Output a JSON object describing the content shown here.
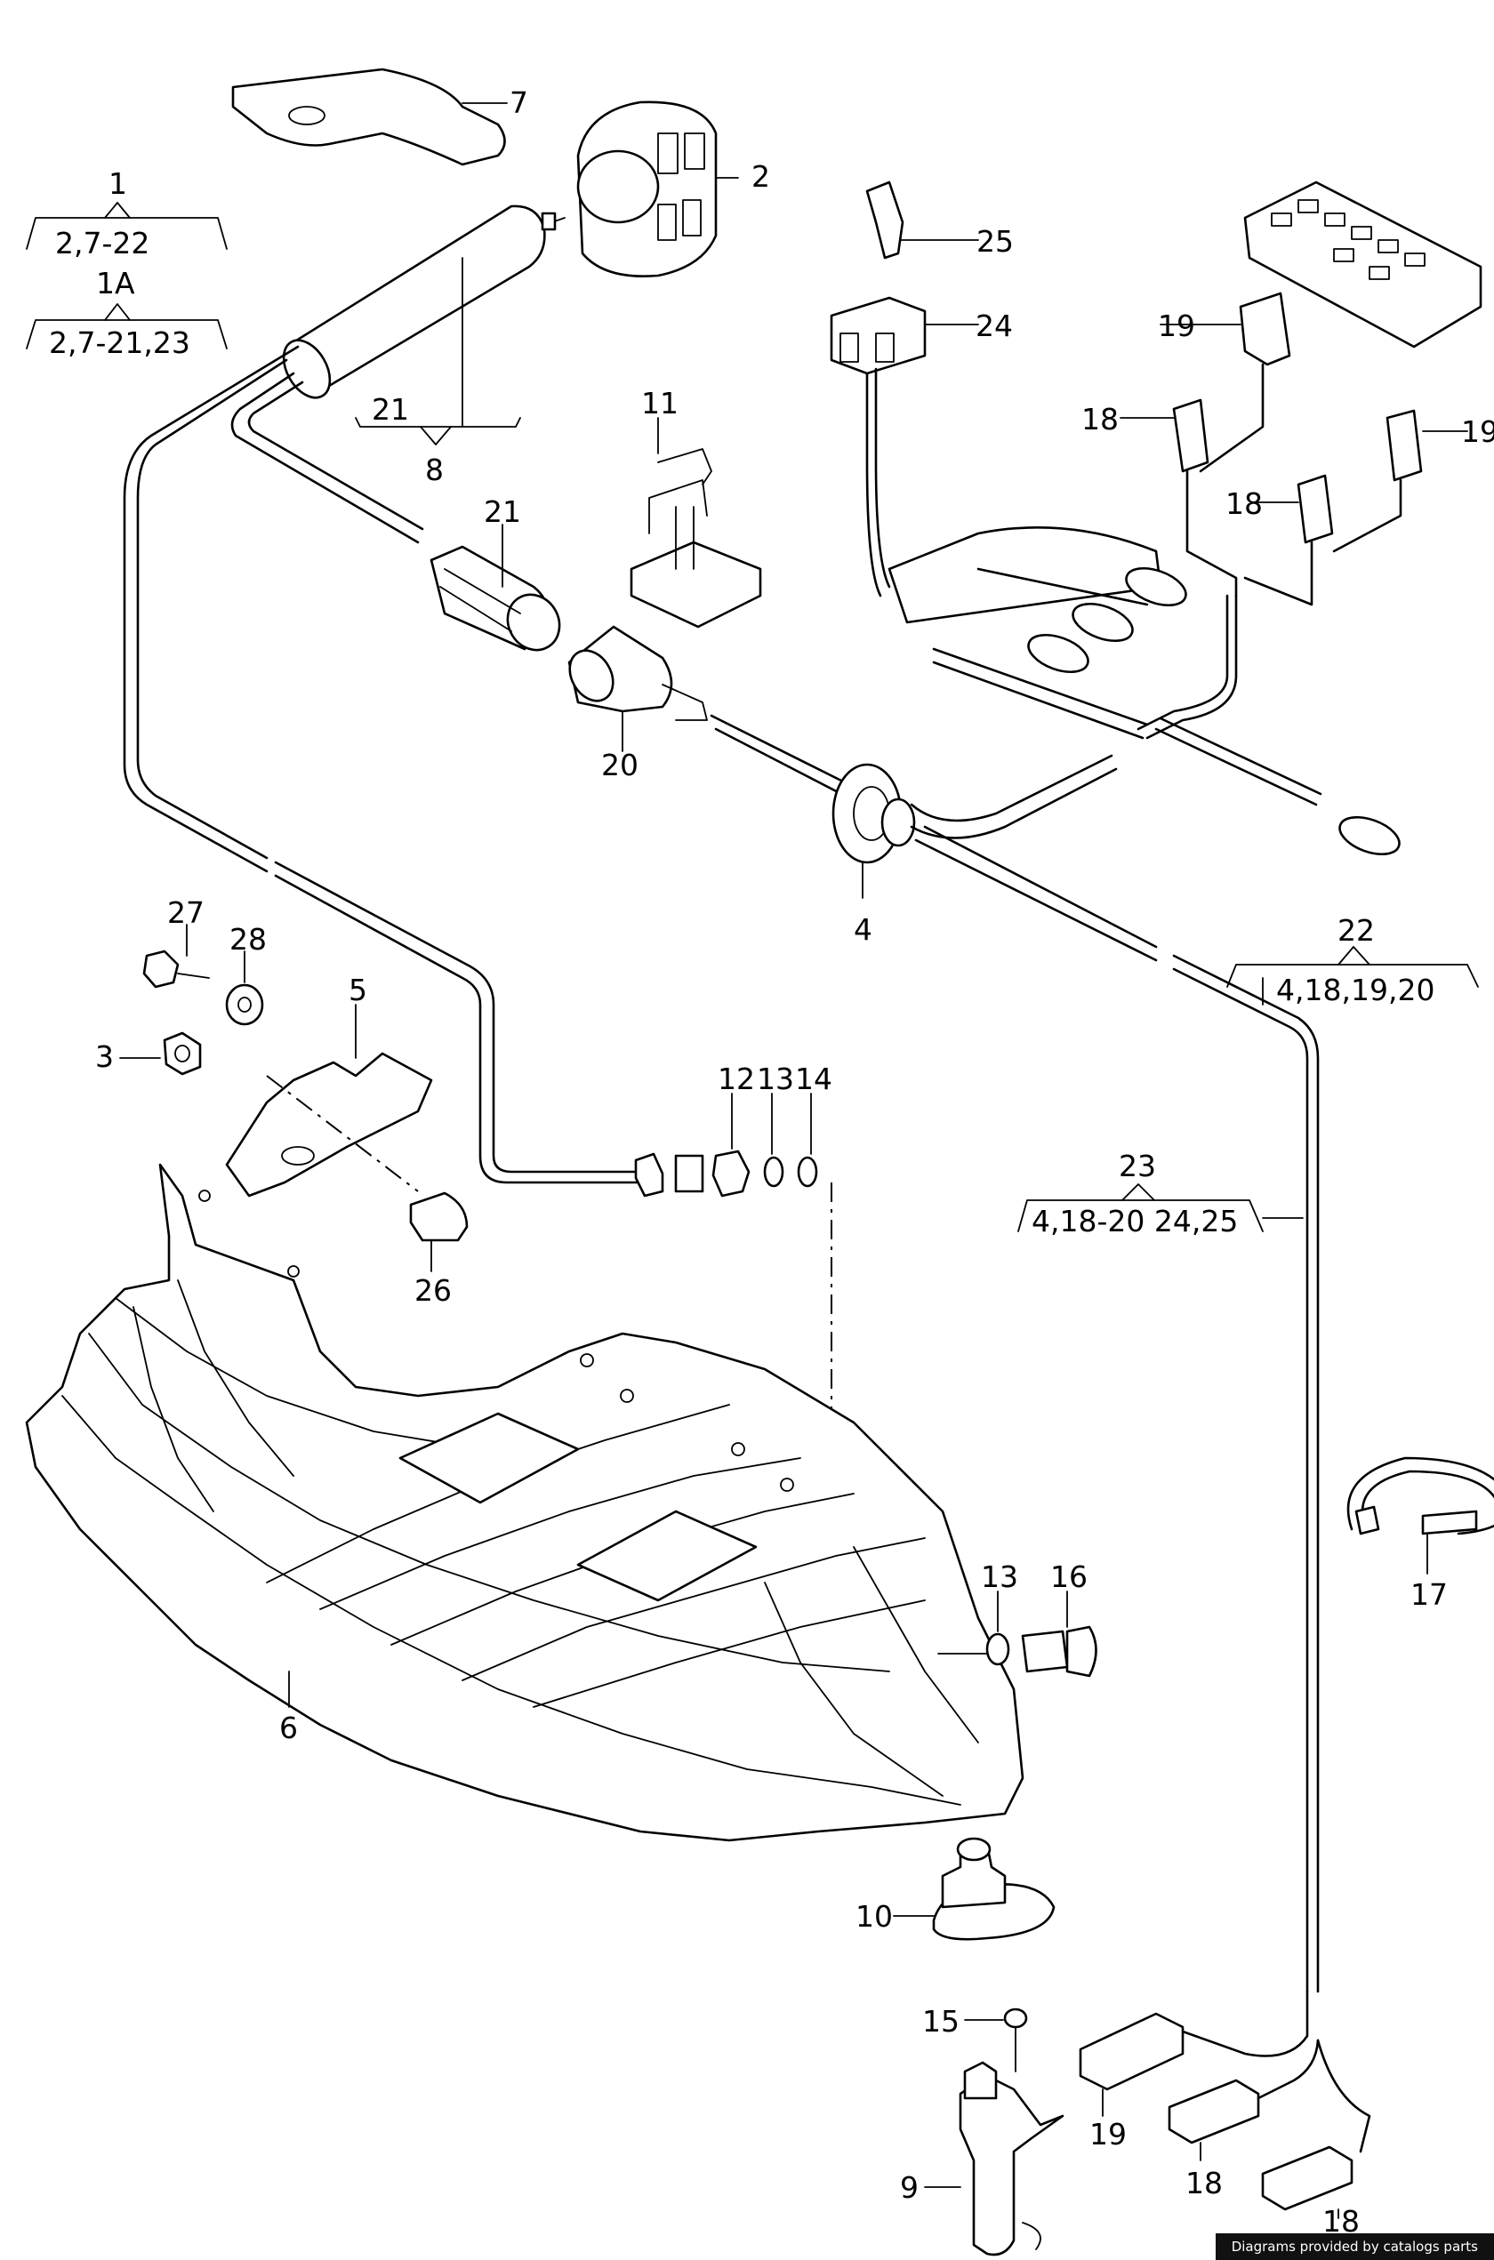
{
  "callouts": {
    "c1": "1",
    "c1A": "1A",
    "c2": "2",
    "c3": "3",
    "c4": "4",
    "c5": "5",
    "c6": "6",
    "c7": "7",
    "c8": "8",
    "c9": "9",
    "c10": "10",
    "c11": "11",
    "c12": "12",
    "c13a": "13",
    "c13b": "13",
    "c14": "14",
    "c15": "15",
    "c16": "16",
    "c17": "17",
    "c18a": "18",
    "c18b": "18",
    "c18c": "18",
    "c18d": "18",
    "c19a": "19",
    "c19b": "19",
    "c19c": "19",
    "c20": "20",
    "c21a": "21",
    "c21b": "21",
    "c22": "22",
    "c23": "23",
    "c24": "24",
    "c25": "25",
    "c26": "26",
    "c27": "27",
    "c28": "28"
  },
  "groups": {
    "g1": "2,7-22",
    "g1A": "2,7-21,23",
    "g22": "4,18,19,20",
    "g23": "4,18-20 24,25"
  },
  "credit": "Diagrams provided by catalogs parts"
}
